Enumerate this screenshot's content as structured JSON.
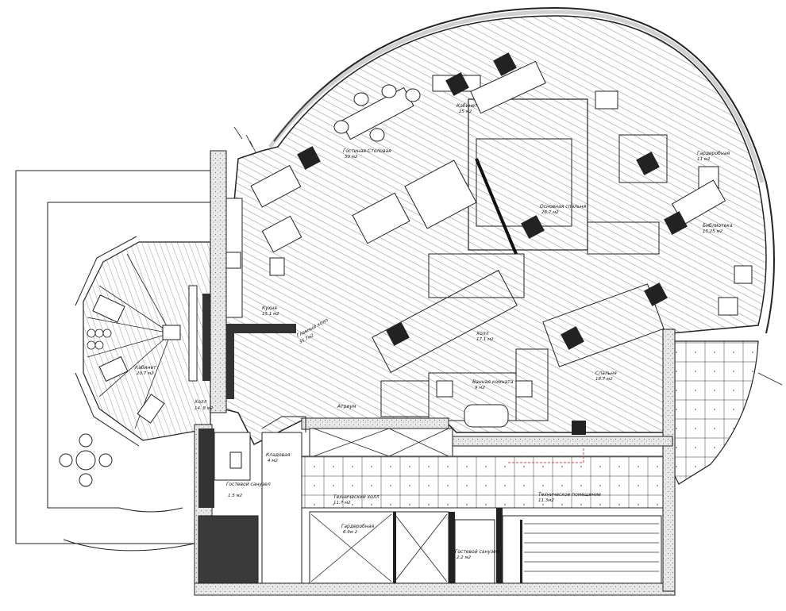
{
  "plan": {
    "rooms": [
      {
        "id": "cabinet-west",
        "name": "Кабинет",
        "area": "20.7 м2"
      },
      {
        "id": "hall-entry",
        "name": "Холл",
        "area": "14. 8 м2"
      },
      {
        "id": "kitchen",
        "name": "Кухня",
        "area": "15.1 м2"
      },
      {
        "id": "main-hall",
        "name": "Главный холл",
        "area": "35.7м2"
      },
      {
        "id": "living-dining",
        "name": "Гостиная-Столовая",
        "area": "50 м2"
      },
      {
        "id": "cabinet-north",
        "name": "Кабинет",
        "area": "25 м2"
      },
      {
        "id": "master-bedroom",
        "name": "Основная спальня",
        "area": "26.7 м2"
      },
      {
        "id": "dressing",
        "name": "Гардеробная",
        "area": "11 м2"
      },
      {
        "id": "library",
        "name": "Библиотека",
        "area": "15.25 м2"
      },
      {
        "id": "corridor",
        "name": "Холл",
        "area": "17.1 м2"
      },
      {
        "id": "bathroom",
        "name": "Ванная комната",
        "area": "9 м2"
      },
      {
        "id": "bedroom-2",
        "name": "Спальня",
        "area": "18.7 м2"
      },
      {
        "id": "atrium",
        "name": "Атриум",
        "area": ""
      },
      {
        "id": "storage",
        "name": "Кладовая",
        "area": "4 м2"
      },
      {
        "id": "guest-wc",
        "name": "Гостевой санузел",
        "area": "1.5 м2"
      },
      {
        "id": "service-hall",
        "name": "Технический холл",
        "area": "11.7 м2"
      },
      {
        "id": "technical-room",
        "name": "Техническое помещение",
        "area": "11.3м2"
      },
      {
        "id": "wardrobe-lower",
        "name": "Гардеробная",
        "area": "6.9м 2"
      },
      {
        "id": "service-wc",
        "name": "Гостевой санузел",
        "area": "2.2 м2"
      }
    ]
  },
  "colors": {
    "line": "#1a1a1a",
    "hatch": "#555555",
    "wall_fill": "#333333",
    "concrete_fill": "#e6e6e6",
    "background": "#ffffff",
    "accent_dash": "#d04040"
  },
  "icons": {
    "north-marker": "diagonal-lines-icon",
    "dining-set": "round-table-chairs-icon"
  }
}
